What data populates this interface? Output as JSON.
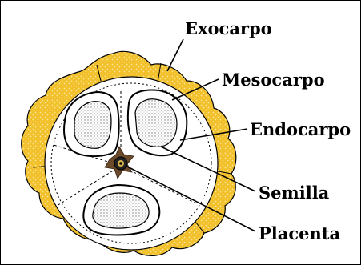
{
  "labels": {
    "exocarpo": "Exocarpo",
    "mesocarpo": "Mesocarpo",
    "endocarpo": "Endocarpo",
    "semilla": "Semilla",
    "placenta": "Placenta"
  },
  "colors": {
    "exocarp_fill": "#f2c02a",
    "exocarp_stipple": "#fbe69a",
    "mesocarp_fill": "#ffffff",
    "seed_shading": "#888888",
    "placenta_fill": "#6a4a2a",
    "outline": "#000000"
  }
}
